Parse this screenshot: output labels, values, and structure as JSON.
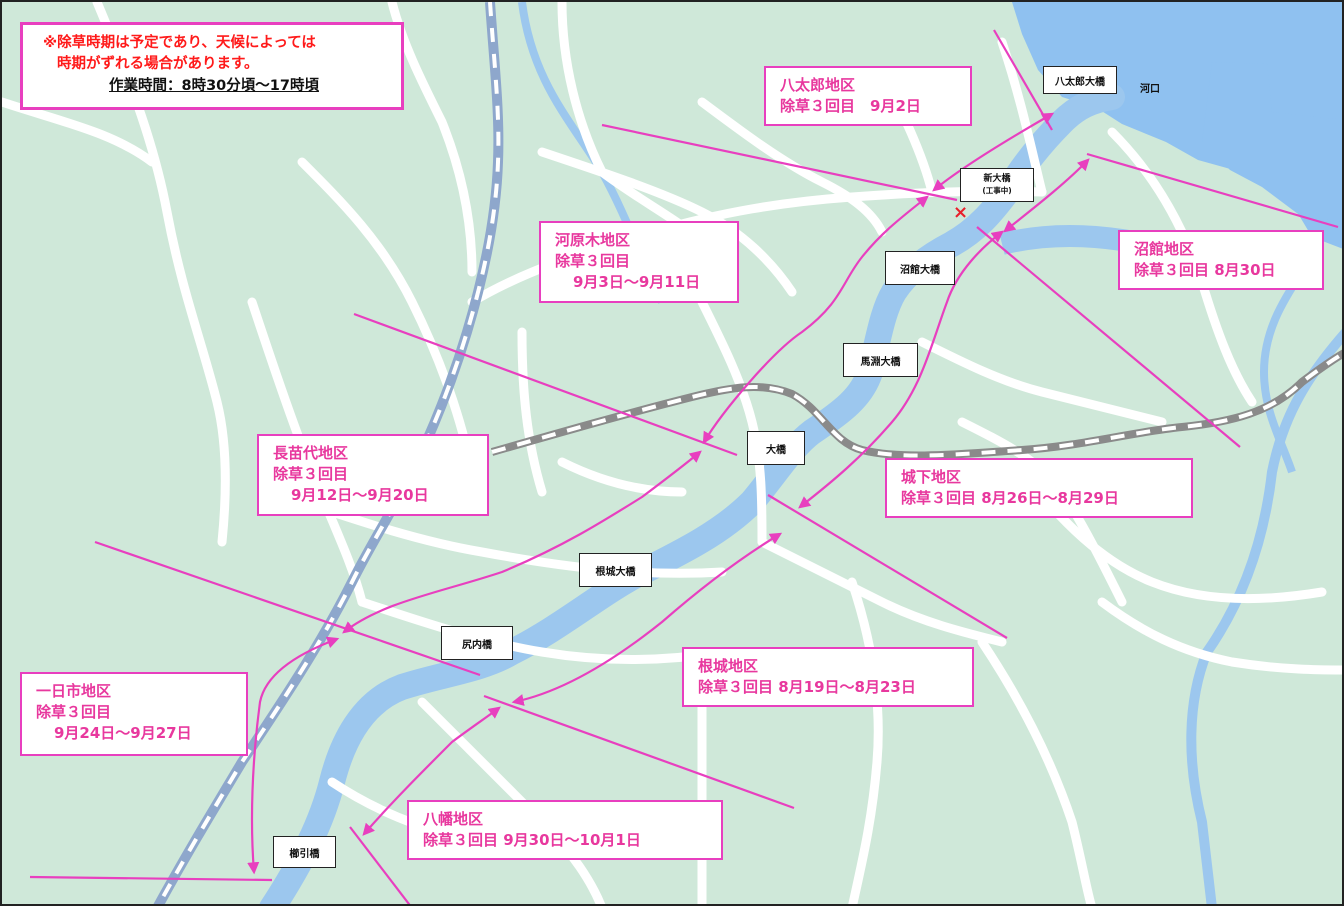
{
  "notice": {
    "line1": "※除草時期は予定であり、天候によっては",
    "line2": "時期がずれる場合があります。",
    "hours": "作業時間：8時30分頃～17時頃"
  },
  "areas": {
    "hattaro": {
      "name": "八太郎地区",
      "detail": "除草３回目　9月2日"
    },
    "kawaragi": {
      "name": "河原木地区",
      "round": "除草３回目",
      "dates": "9月3日～9月11日"
    },
    "numadate": {
      "name": "沼館地区",
      "detail": "除草３回目 8月30日"
    },
    "nagawashiro": {
      "name": "長苗代地区",
      "round": "除草３回目",
      "dates": "9月12日～9月20日"
    },
    "shiroshita": {
      "name": "城下地区",
      "detail": "除草３回目 8月26日～8月29日"
    },
    "nejo": {
      "name": "根城地区",
      "detail": "除草３回目 8月19日～8月23日"
    },
    "hitoichi": {
      "name": "一日市地区",
      "round": "除草３回目",
      "dates": "9月24日～9月27日"
    },
    "yawata": {
      "name": "八幡地区",
      "detail": "除草３回目 9月30日～10月1日"
    }
  },
  "bridges": {
    "hattaro_ohashi": "八太郎大橋",
    "shin_ohashi": "新大橋",
    "shin_ohashi_note": "(工事中)",
    "numadate_ohashi": "沼館大橋",
    "mabuchi_ohashi": "馬淵大橋",
    "ohashi": "大橋",
    "nejo_ohashi": "根城大橋",
    "shiriuchi_bashi": "尻内橋",
    "kushihiki_bashi": "櫛引橋"
  },
  "places": {
    "kakou": "河口"
  },
  "colors": {
    "land": "#cfe8d9",
    "river": "#9cc7ee",
    "sea": "#8fc1f0",
    "road": "#ffffff",
    "route": "#e83fbf",
    "text_pink": "#e8389e",
    "notice_red": "#ff1a1a",
    "construction": "#e8202a"
  },
  "icons": {
    "construction_mark": "×"
  }
}
